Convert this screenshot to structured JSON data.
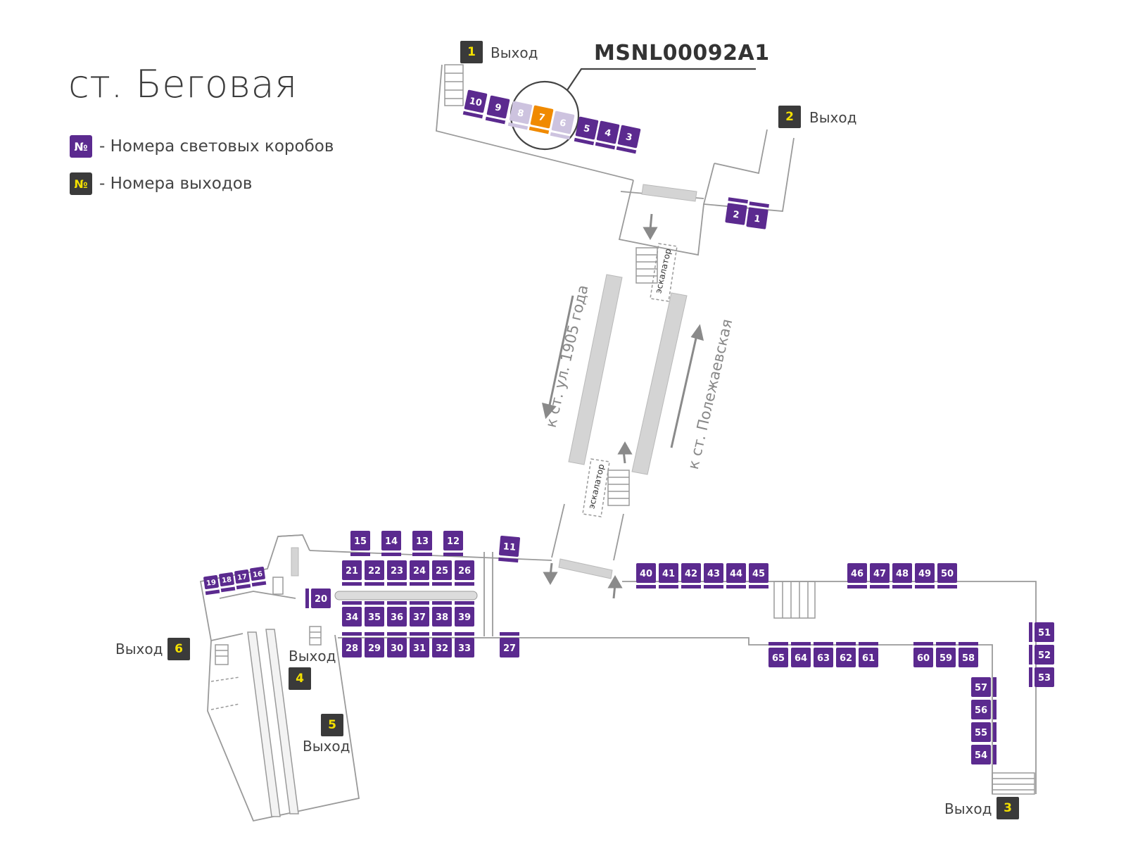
{
  "map": {
    "title": "ст. Беговая",
    "legend": [
      {
        "symbol": "№",
        "text": "- Номера световых коробов",
        "kind": "lightbox"
      },
      {
        "symbol": "№",
        "text": "- Номера выходов",
        "kind": "exit"
      }
    ],
    "highlight_code": "MSNL00092A1",
    "highlighted_box": "7",
    "exits": [
      {
        "num": "1",
        "label": "Выход"
      },
      {
        "num": "2",
        "label": "Выход"
      },
      {
        "num": "3",
        "label": "Выход"
      },
      {
        "num": "4",
        "label": "Выход"
      },
      {
        "num": "5",
        "label": "Выход"
      },
      {
        "num": "6",
        "label": "Выход"
      }
    ],
    "directions": {
      "to_1905": "к ст. ул. 1905 года",
      "to_polezh": "к ст. Полежаевская"
    },
    "escalator_label": "эскалатор",
    "colors": {
      "lightbox": "#5b2a8f",
      "lightbox_faded": "#cdc3df",
      "highlight": "#f08a00",
      "exit_badge": "#3a3a3a",
      "exit_number": "#f3e000",
      "walls": "#9a9a9a",
      "platform": "#d4d4d4"
    },
    "lightboxes": [
      "1",
      "2",
      "3",
      "4",
      "5",
      "6",
      "7",
      "8",
      "9",
      "10",
      "11",
      "12",
      "13",
      "14",
      "15",
      "16",
      "17",
      "18",
      "19",
      "20",
      "21",
      "22",
      "23",
      "24",
      "25",
      "26",
      "27",
      "28",
      "29",
      "30",
      "31",
      "32",
      "33",
      "34",
      "35",
      "36",
      "37",
      "38",
      "39",
      "40",
      "41",
      "42",
      "43",
      "44",
      "45",
      "46",
      "47",
      "48",
      "49",
      "50",
      "51",
      "52",
      "53",
      "54",
      "55",
      "56",
      "57",
      "58",
      "59",
      "60",
      "61",
      "62",
      "63",
      "64",
      "65"
    ]
  }
}
